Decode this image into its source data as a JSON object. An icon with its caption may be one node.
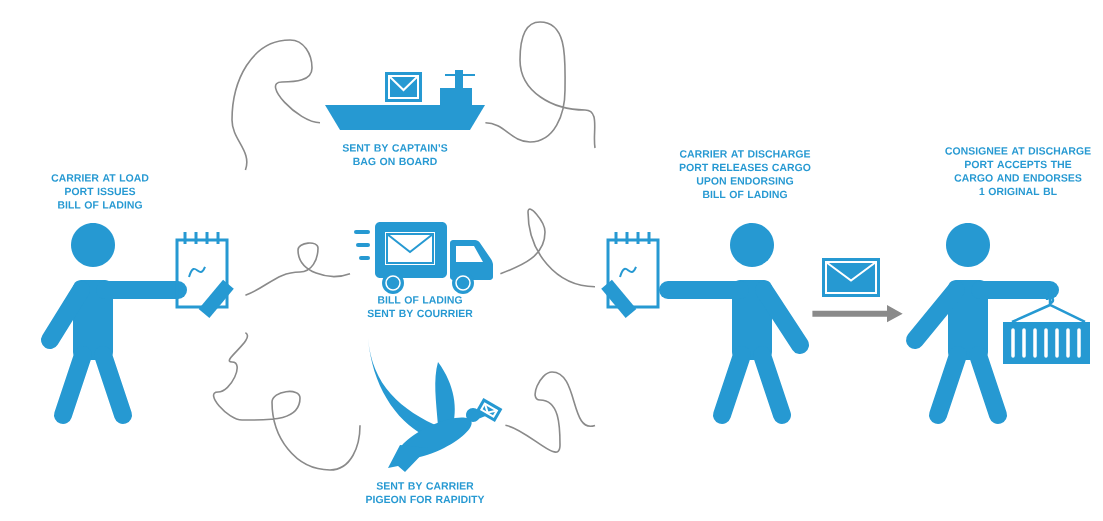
{
  "diagram": {
    "nodes": [
      {
        "text": [
          "CARRIER AT LOAD PORT ISSUES BILL OF LADING"
        ]
      },
      {
        "text": [
          "SENT BY CAPTAIN’S BAG ON BOARD"
        ]
      },
      {
        "text": [
          "BILL OF LADING SENT BY COURRIER"
        ]
      },
      {
        "text": [
          "SENT BY CARRIER PIGEON FOR RAPIDITY"
        ]
      },
      {
        "text": [
          "CARRIER AT DISCHARGE PORT RELEASES CARGO UPON ENDORSING BILL OF LADING"
        ]
      },
      {
        "text": [
          "CONSIGNEE AT DISCHARGE PORT ACCEPTS THE CARGO AND ENDORSES 1 ORIGINAL BL"
        ]
      }
    ],
    "edges": [
      {
        "from": 0,
        "to": 1,
        "arrow": "none"
      },
      {
        "from": 0,
        "to": 2,
        "arrow": "none"
      },
      {
        "from": 0,
        "to": 3,
        "arrow": "none"
      },
      {
        "from": 1,
        "to": 4,
        "arrow": "none"
      },
      {
        "from": 2,
        "to": 4,
        "arrow": "none"
      },
      {
        "from": 3,
        "to": 4,
        "arrow": "none"
      },
      {
        "from": 4,
        "to": 5,
        "arrow": "to",
        "style": "thick"
      }
    ]
  }
}
